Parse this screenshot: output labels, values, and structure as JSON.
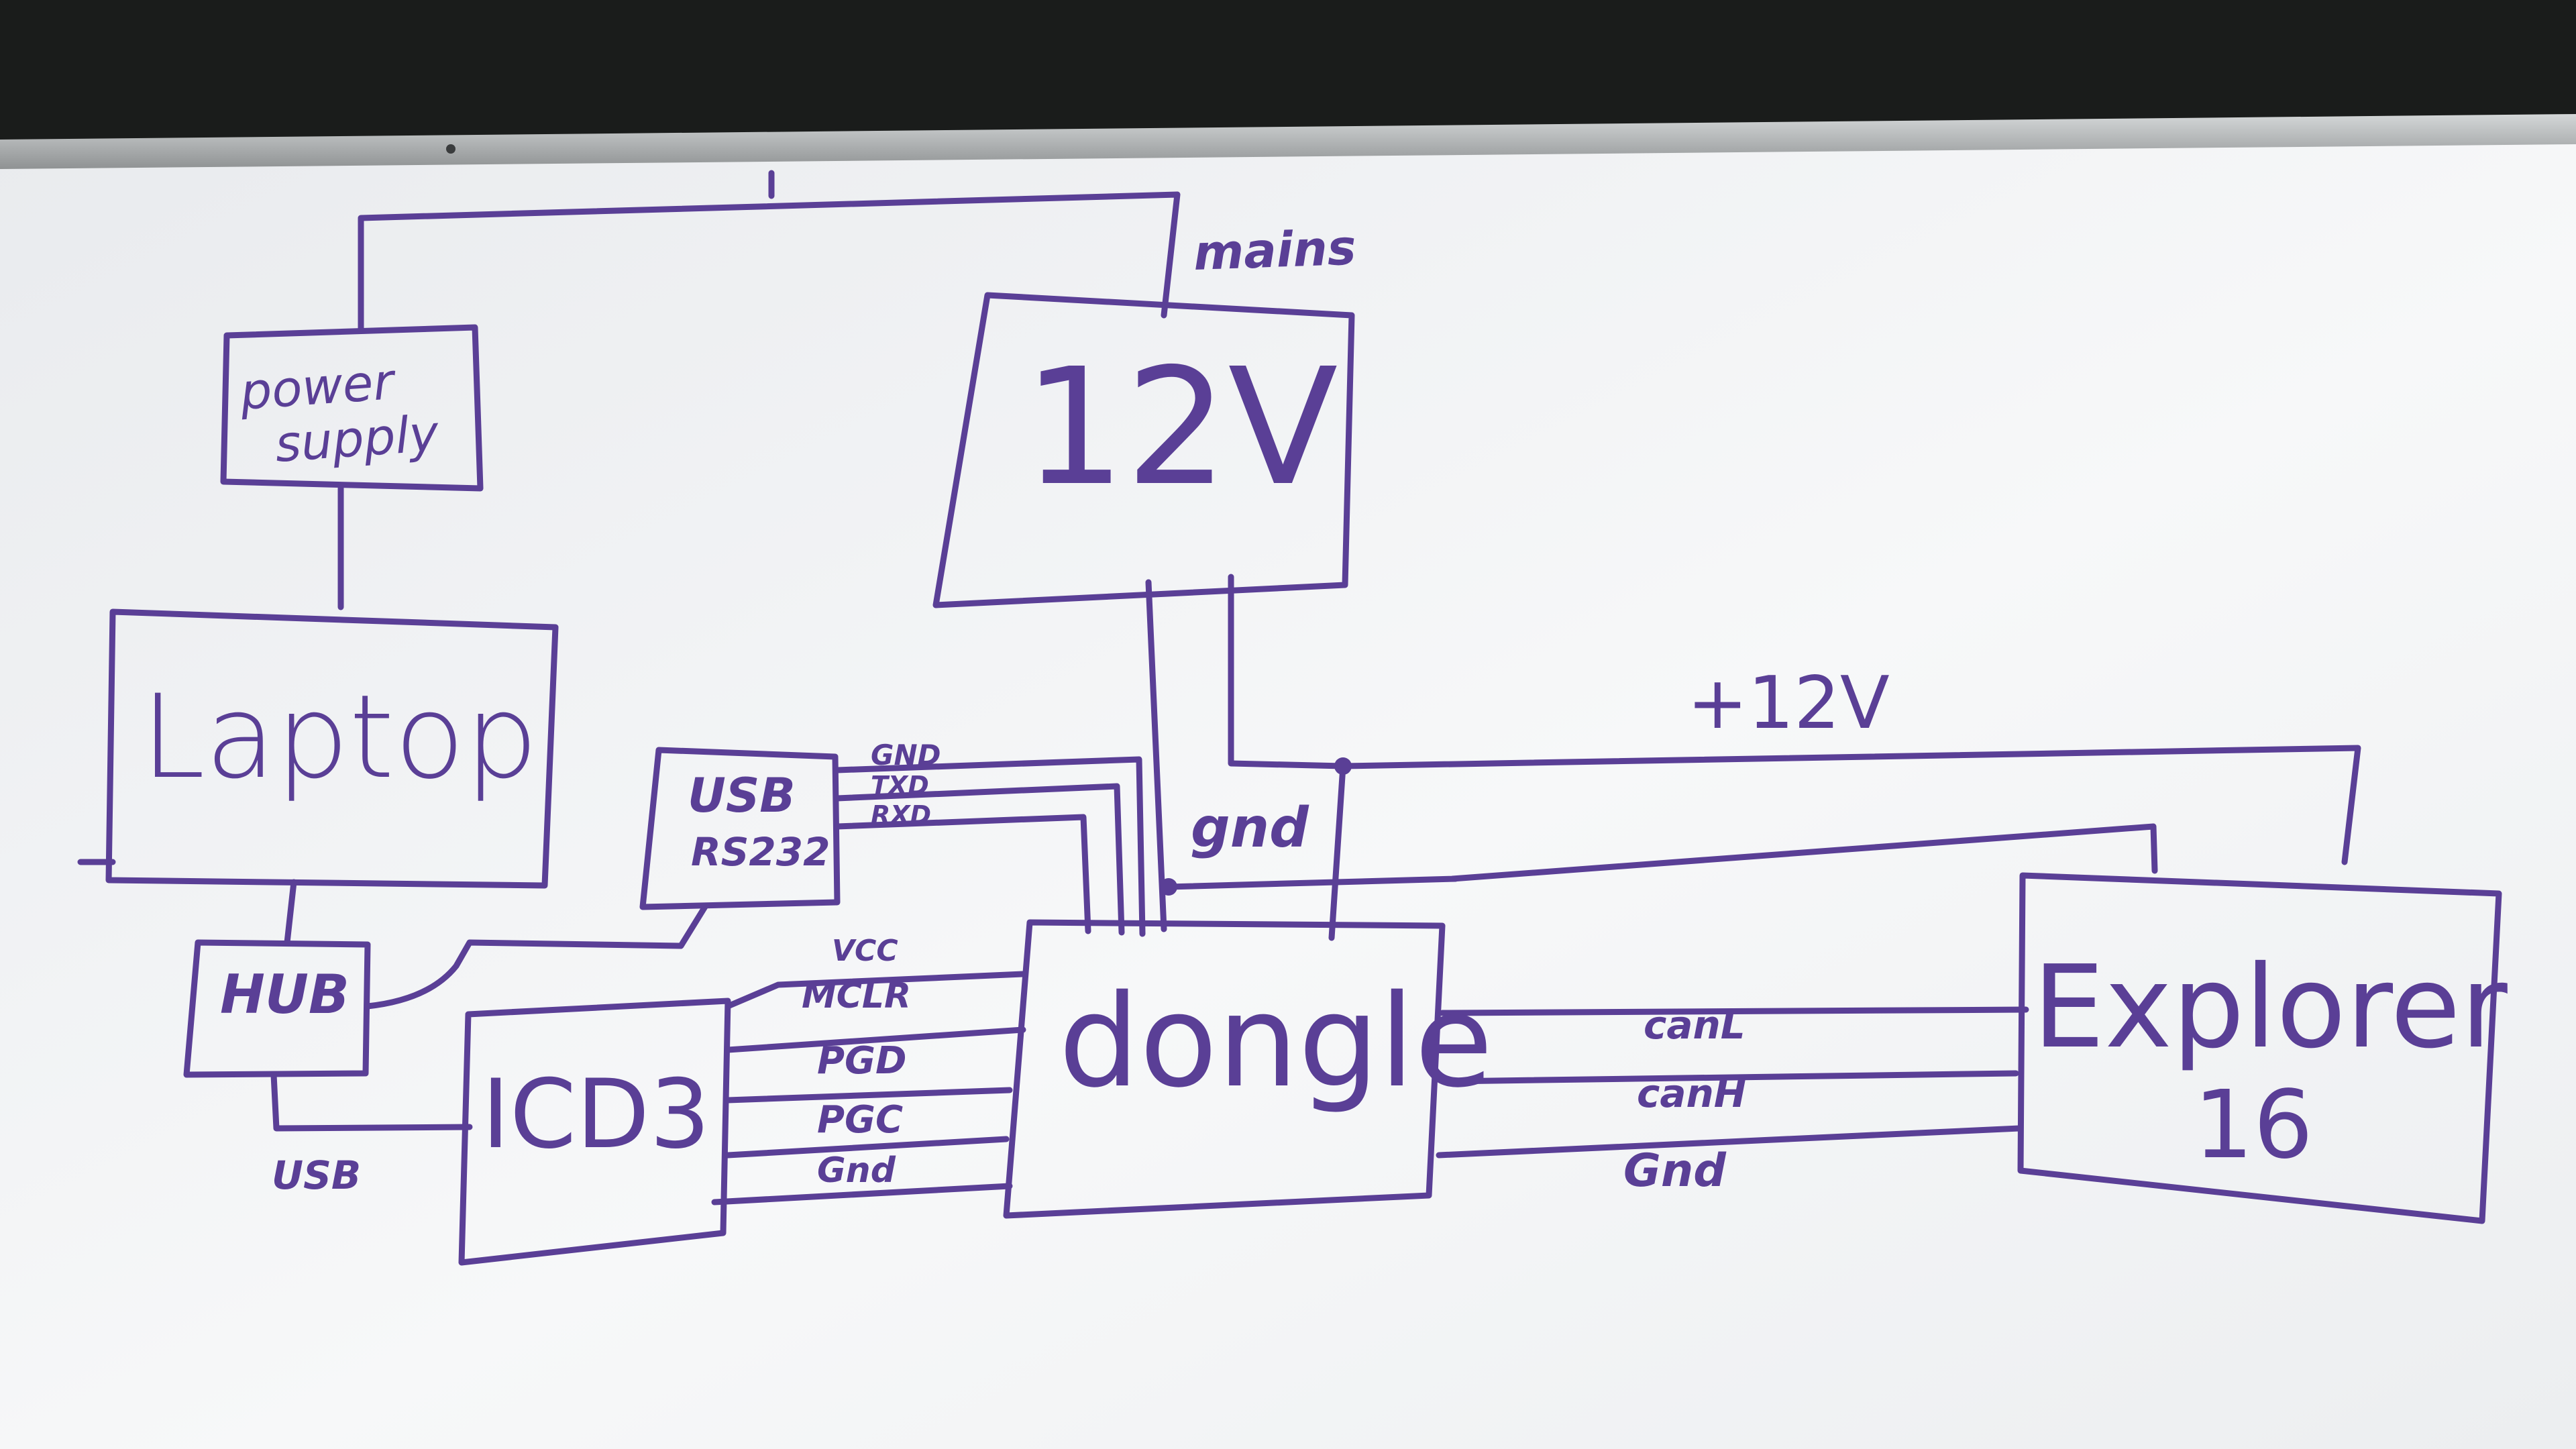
{
  "colors": {
    "ink": "#5a3f96",
    "board": "#f3f4f6",
    "frame": "#b9bcbd",
    "wall": "#1a1c1b"
  },
  "nodes": {
    "power_supply": {
      "line1": "power",
      "line2": "supply"
    },
    "laptop": {
      "label": "Laptop"
    },
    "usb_rs232": {
      "line1": "USB",
      "line2": "RS232"
    },
    "hub": {
      "label": "HUB"
    },
    "icd3": {
      "label": "ICD3"
    },
    "twelve_v": {
      "label": "12V"
    },
    "dongle": {
      "label": "dongle"
    },
    "explorer": {
      "line1": "Explorer",
      "line2": "16"
    }
  },
  "edges": {
    "mains": "mains",
    "gnd_serial": "GND",
    "txd": "TXD",
    "rxd": "RXD",
    "vcc": "VCC",
    "mclr": "MCLR",
    "pgd": "PGD",
    "pgc": "PGC",
    "gnd_icd": "Gnd",
    "usb": "USB",
    "gnd_power": "gnd",
    "plus_12v": "+12V",
    "can_l": "canL",
    "can_h": "canH",
    "gnd_can": "Gnd"
  }
}
